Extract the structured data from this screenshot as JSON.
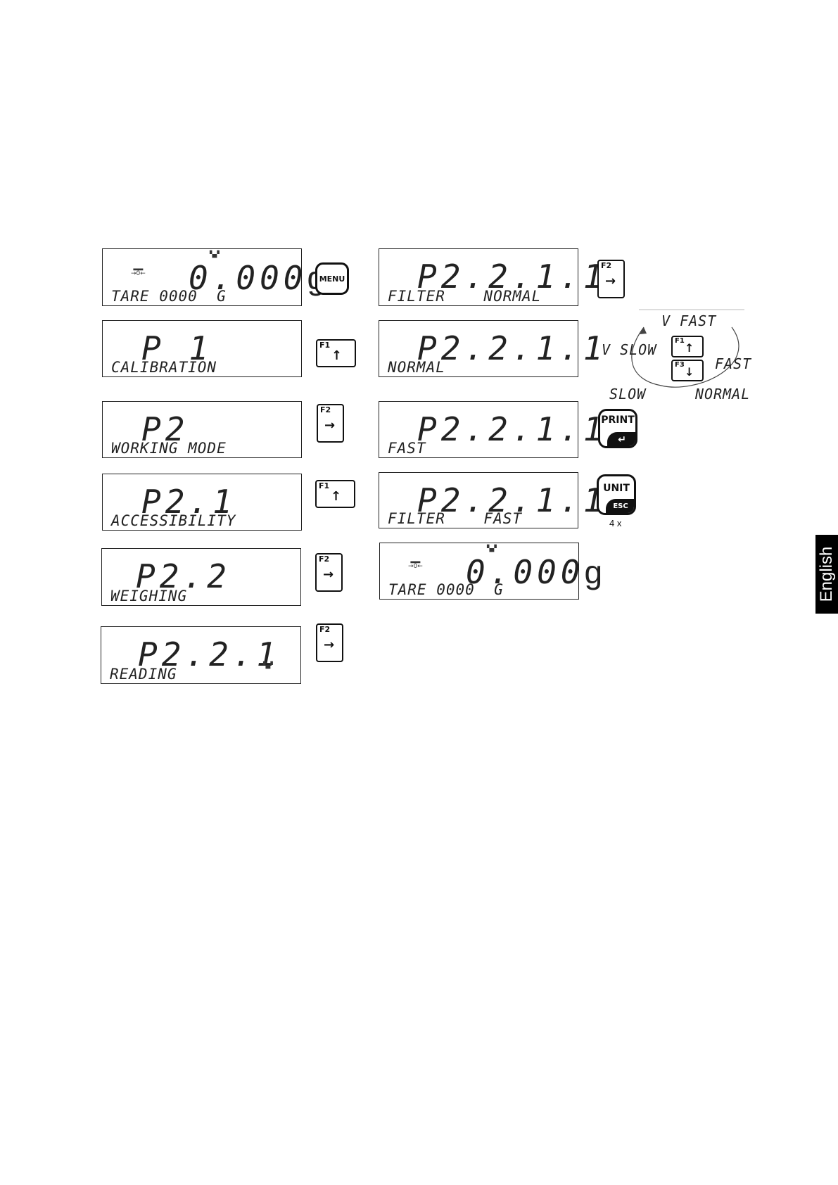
{
  "left_column": [
    {
      "id": "tare",
      "main": "0.000",
      "unit": "g",
      "sub": "TARE 0000  G"
    },
    {
      "id": "p1",
      "main": "P 1",
      "sub": "CALIBRATION"
    },
    {
      "id": "p2",
      "main": "P2",
      "sub": "WORKING MODE"
    },
    {
      "id": "p21",
      "main": "P2.1",
      "sub": "ACCESSIBILITY"
    },
    {
      "id": "p22",
      "main": "P2.2",
      "sub": "WEIGHING"
    },
    {
      "id": "p221",
      "main": "P2.2.1",
      "sub": "READING"
    }
  ],
  "right_column": [
    {
      "id": "r1",
      "main": "P2.2.1.1",
      "sub": "FILTER    NORMAL"
    },
    {
      "id": "r2",
      "main": "P2.2.1.1",
      "sub": "NORMAL"
    },
    {
      "id": "r3",
      "main": "P2.2.1.1",
      "sub": "FAST"
    },
    {
      "id": "r4",
      "main": "P2.2.1.1",
      "sub": "FILTER    FAST"
    },
    {
      "id": "r5",
      "main": "0.000",
      "unit": "g",
      "sub": "TARE 0000  G"
    }
  ],
  "keys": {
    "menu": "MENU",
    "f1": "F1",
    "f2": "F2",
    "f3": "F3",
    "print": "PRINT",
    "print_enter": "↵",
    "unit": "UNIT",
    "esc": "ESC",
    "repeat": "4 x"
  },
  "filter_cycle": {
    "vfast": "V FAST",
    "vslow": "V SLOW",
    "fast": "FAST",
    "slow": "SLOW",
    "normal": "NORMAL"
  },
  "side_tab": "English"
}
